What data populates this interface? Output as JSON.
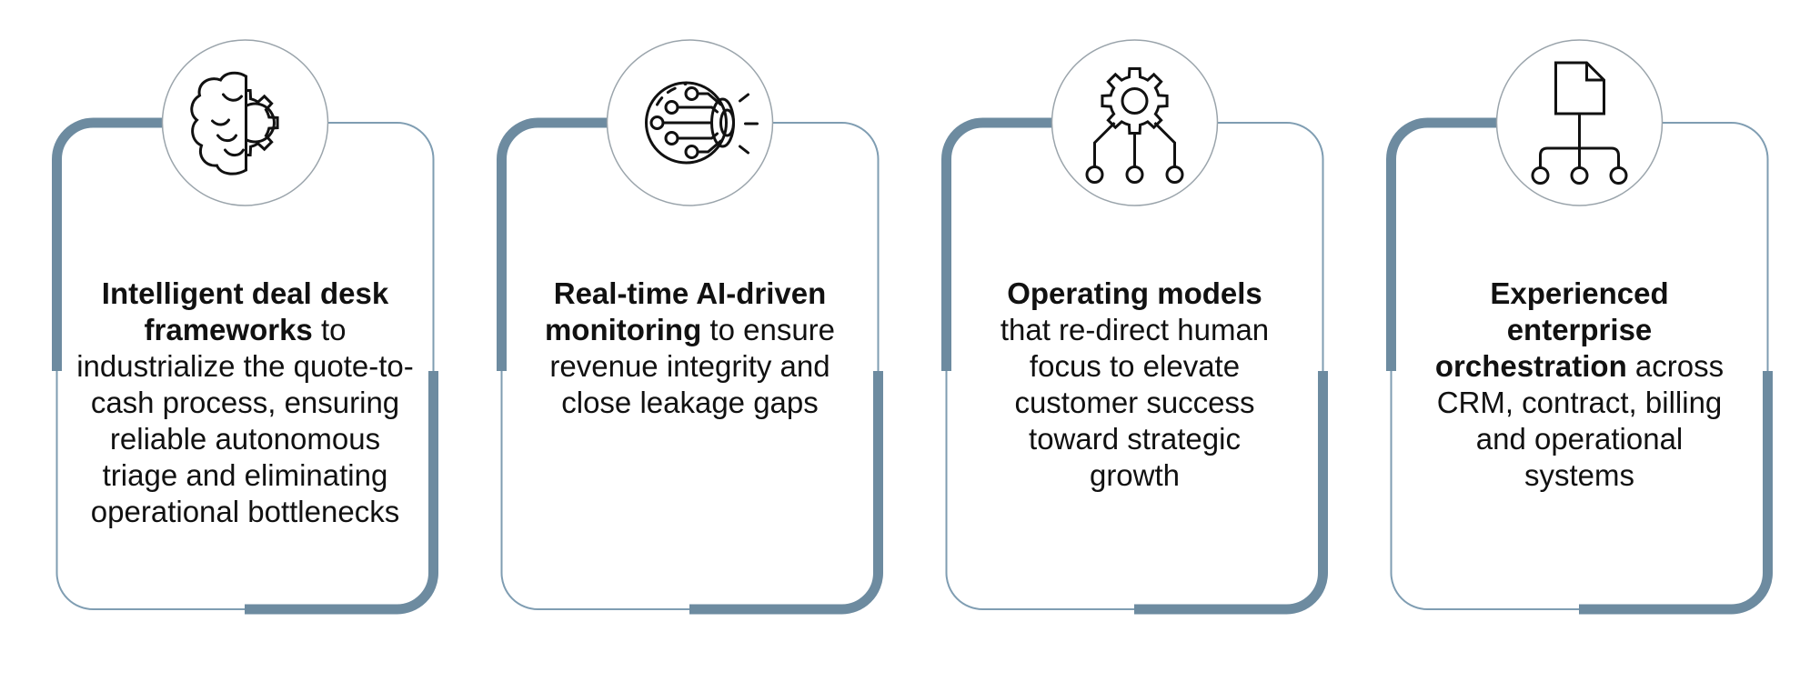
{
  "colors": {
    "accent_thick": "#6d8ba0",
    "accent_thin": "#7f9db2",
    "circle_outline": "#9aa4ab",
    "icon_stroke": "#111111",
    "text": "#111111",
    "background": "#ffffff"
  },
  "cards": [
    {
      "icon": "brain-gear-icon",
      "lead": "Intelligent deal desk frameworks",
      "rest": " to industrialize the quote-to-cash process, ensuring reliable autonomous triage and eliminating operational bottlenecks"
    },
    {
      "icon": "ai-eye-monitoring-icon",
      "lead": "Real-time AI-driven monitoring",
      "rest": " to ensure revenue integrity and close leakage gaps"
    },
    {
      "icon": "gear-network-icon",
      "lead": "Operating models",
      "rest": " that re-direct human focus to elevate customer success toward strategic growth"
    },
    {
      "icon": "document-orchestration-icon",
      "lead": "Experienced enterprise orchestration",
      "rest": " across CRM, contract, billing and operational systems"
    }
  ]
}
